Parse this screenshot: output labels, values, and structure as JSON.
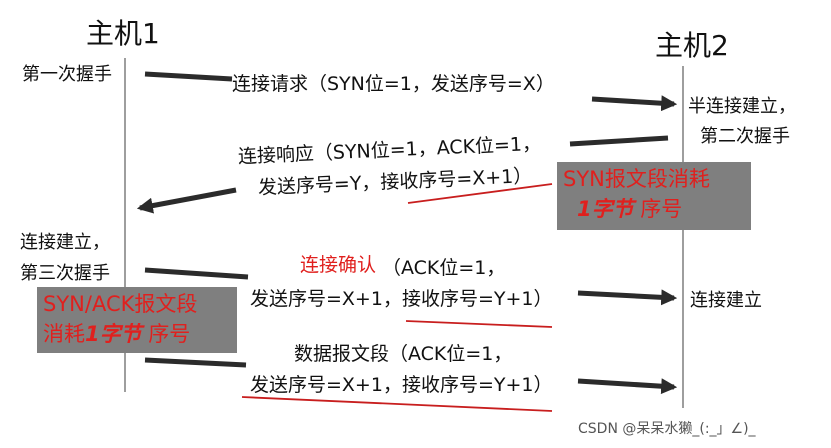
{
  "host1": {
    "title": "主机1"
  },
  "host2": {
    "title": "主机2"
  },
  "steps": {
    "first_handshake": "第一次握手",
    "half_established_l1": "半连接建立，",
    "half_established_l2": "第二次握手",
    "established_l1": "连接建立，",
    "established_l2": "第三次握手",
    "established_final": "连接建立"
  },
  "messages": {
    "request": "连接请求（SYN位=1，发送序号=X）",
    "response_l1": "连接响应（SYN位=1，ACK位=1，",
    "response_l2a": "发送序号=Y，",
    "response_l2b": "接收序号=X+1）",
    "confirm_title": "连接确认",
    "confirm_l1": "（ACK位=1，",
    "confirm_l2a": "发送序号=X+1，",
    "confirm_l2b": "接收序号=Y+1）",
    "data_l1": "数据报文段（ACK位=1，",
    "data_l2": "发送序号=X+1，接收序号=Y+1）"
  },
  "notes": {
    "syn_l1": "SYN报文段消耗",
    "syn_l2_bold": "1字节",
    "syn_l2_rest": " 序号",
    "synack_l1": "SYN/ACK报文段",
    "synack_l2_pre": "消耗",
    "synack_l2_bold": "1字节",
    "synack_l2_rest": " 序号"
  },
  "watermark": "CSDN @呆呆水獭_(:_」∠)_",
  "colors": {
    "arrow": "#2b2b2b",
    "timeline": "#7f7f7f",
    "underline": "#c81e1e",
    "note_bg": "#7f7f7f",
    "note_text": "#e0201e"
  }
}
